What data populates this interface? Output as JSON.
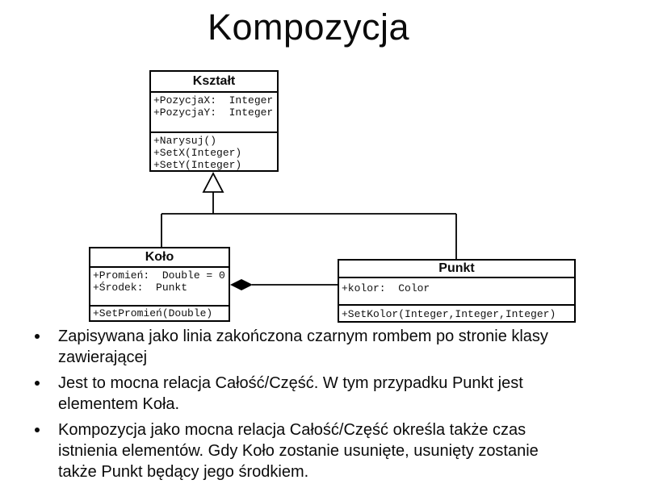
{
  "slide": {
    "title": "Kompozycja"
  },
  "colors": {
    "background": "#ffffff",
    "line": "#000000",
    "text": "#0b0b0b"
  },
  "diagram": {
    "classes": [
      {
        "name": "Kształt",
        "attributes": [
          "+PozycjaX:  Integer",
          "+PozycjaY:  Integer"
        ],
        "methods": [
          "+Narysuj()",
          "+SetX(Integer)",
          "+SetY(Integer)"
        ]
      },
      {
        "name": "Koło",
        "attributes": [
          "+Promień:  Double = 0",
          "+Środek:  Punkt"
        ],
        "methods": [
          "+SetPromień(Double)"
        ]
      },
      {
        "name": "Punkt",
        "attributes": [
          "+kolor:  Color"
        ],
        "methods": [
          "+SetKolor(Integer,Integer,Integer)"
        ]
      }
    ],
    "relationships": [
      {
        "type": "generalization",
        "from": "Koło",
        "to": "Kształt"
      },
      {
        "type": "generalization",
        "from": "Punkt",
        "to": "Kształt"
      },
      {
        "type": "composition",
        "whole": "Koło",
        "part": "Punkt"
      }
    ]
  },
  "bullets": [
    {
      "text": "Zapisywana jako linia zakończona czarnym rombem po stronie klasy\nzawierającej"
    },
    {
      "text": "Jest to mocna relacja Całość/Część. W tym przypadku Punkt jest\nelementem Koła."
    },
    {
      "text": "Kompozycja jako mocna relacja Całość/Część określa także czas\nistnienia elementów. Gdy Koło zostanie usunięte, usunięty zostanie\ntakże Punkt będący jego środkiem."
    }
  ]
}
